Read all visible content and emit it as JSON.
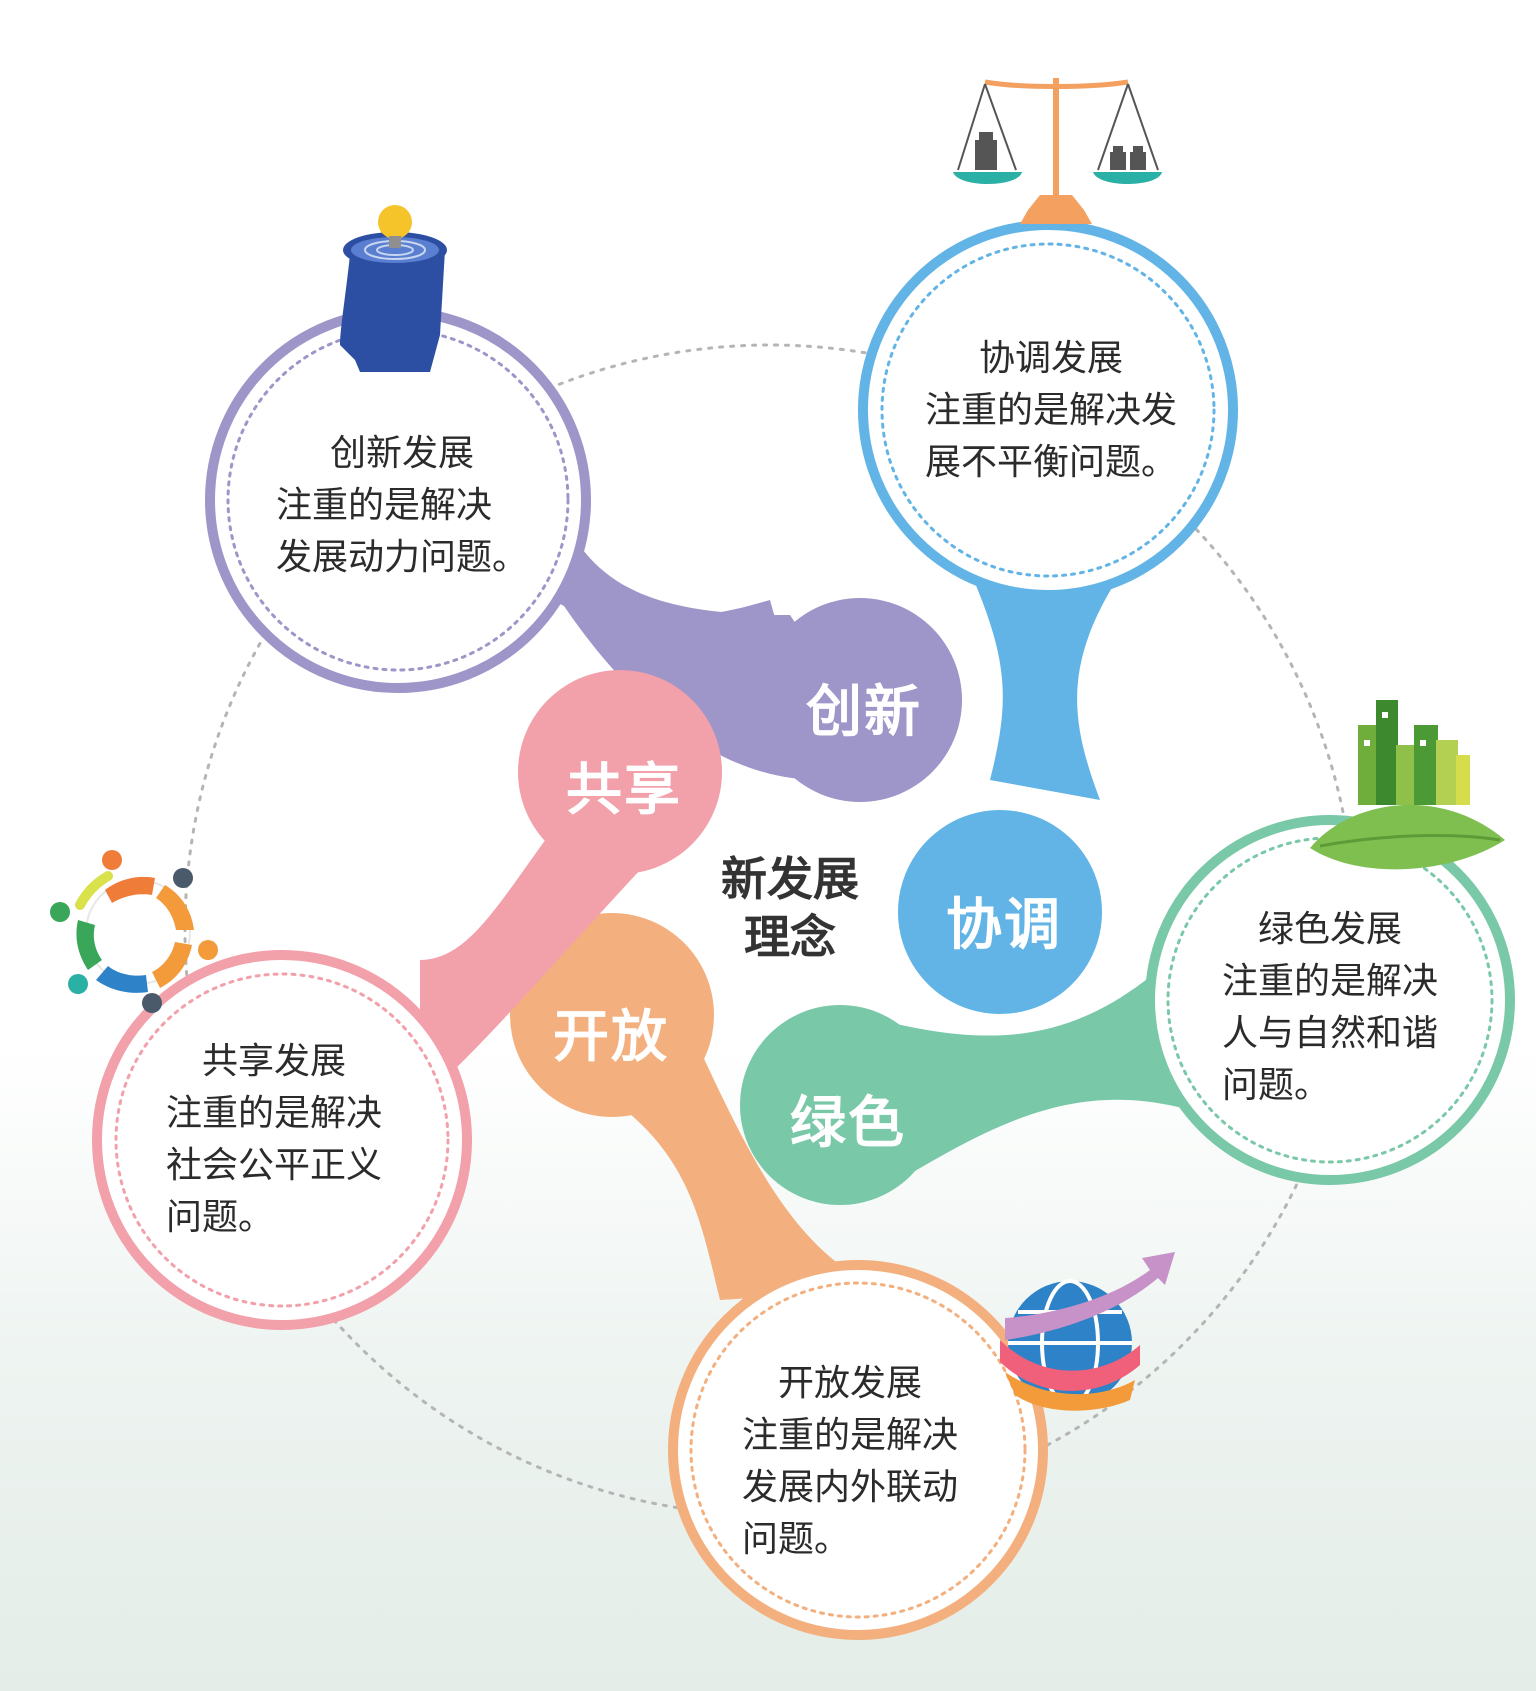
{
  "colors": {
    "innovation": "#9e95c9",
    "coordination": "#62b4e6",
    "green": "#79c8a8",
    "openness": "#f3b07e",
    "sharing": "#f2a0aa"
  },
  "center": {
    "line1": "新发展",
    "line2": "理念"
  },
  "nodes": {
    "innovation": {
      "label": "创新",
      "line1": "创新发展",
      "line2": "注重的是解决",
      "line3": "发展动力问题。",
      "icon": "lightbulb-head-maze-icon"
    },
    "coordination": {
      "label": "协调",
      "line1": "协调发展",
      "line2": "注重的是解决发",
      "line3": "展不平衡问题。",
      "icon": "balance-scale-icon"
    },
    "green": {
      "label": "绿色",
      "line1": "绿色发展",
      "line2": "注重的是解决",
      "line3": "人与自然和谐",
      "line4": "问题。",
      "icon": "leaf-city-icon"
    },
    "openness": {
      "label": "开放",
      "line1": "开放发展",
      "line2": "注重的是解决",
      "line3": "发展内外联动",
      "line4": "问题。",
      "icon": "globe-arrow-icon"
    },
    "sharing": {
      "label": "共享",
      "line1": "共享发展",
      "line2": "注重的是解决",
      "line3": "社会公平正义",
      "line4": "问题。",
      "icon": "people-circle-icon"
    }
  }
}
